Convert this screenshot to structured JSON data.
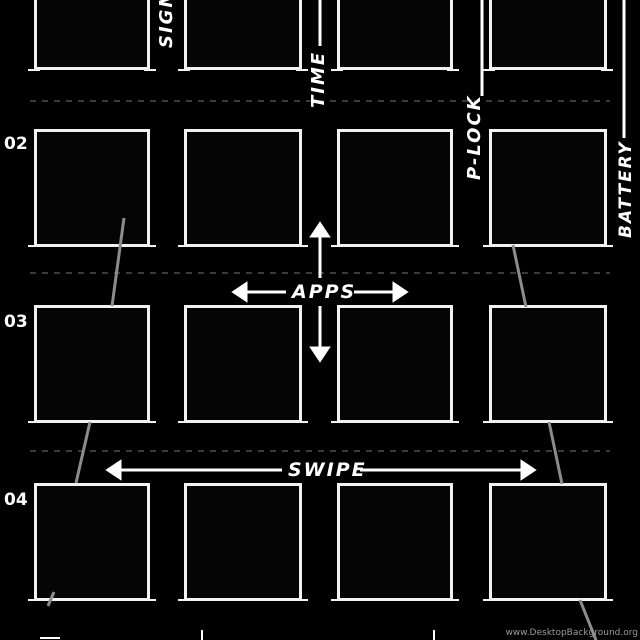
{
  "rows": [
    "02",
    "03",
    "04"
  ],
  "labels": {
    "signal": "SIGN",
    "time": "TIME",
    "plock": "P-LOCK",
    "battery": "BATTERY",
    "apps": "APPS",
    "swipe": "SWIPE"
  },
  "watermark": "www.DesktopBackground.org",
  "colors": {
    "background": "#000000",
    "tile_border": "#f2f2f2",
    "text": "#ffffff",
    "connector": "#8c8c8c"
  }
}
